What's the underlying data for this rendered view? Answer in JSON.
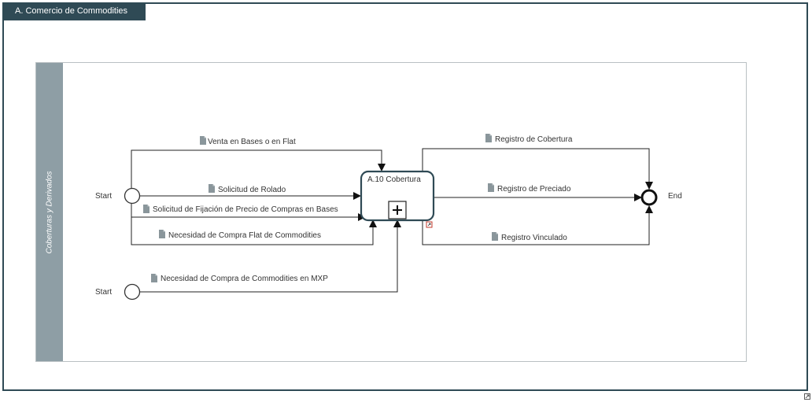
{
  "frame": {
    "title": "A. Comercio de Commodities"
  },
  "lane": {
    "label": "Coberturas y Derivados"
  },
  "events": {
    "start1": "Start",
    "start2": "Start",
    "end": "End"
  },
  "task": {
    "name": "A.10 Cobertura"
  },
  "flows": {
    "venta": "Venta en Bases o en Flat",
    "rolado": "Solicitud de Rolado",
    "fijacion": "Solicitud de Fijación de Precio de Compras en Bases",
    "flat": "Necesidad de Compra Flat de Commodities",
    "mxp": "Necesidad de Compra de Commodities en MXP",
    "reg_cobertura": "Registro de Cobertura",
    "reg_preciado": "Registro de Preciado",
    "reg_vinculado": "Registro Vinculado"
  },
  "colors": {
    "frame": "#2f4a55",
    "lane_header": "#8e9ea5",
    "task_border": "#2f4a55",
    "doc_icon": "#8a969b",
    "line": "#222222"
  }
}
